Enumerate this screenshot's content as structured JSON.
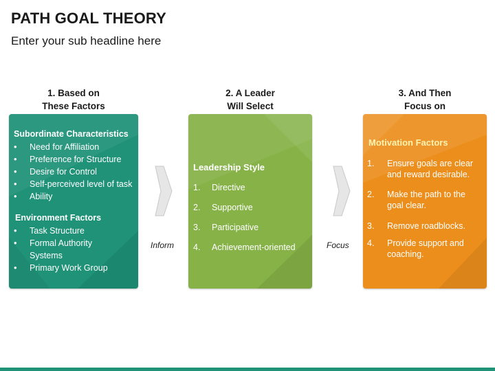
{
  "title": "PATH GOAL THEORY",
  "subtitle": "Enter your sub headline here",
  "columns": [
    {
      "heading_line1": "1. Based on",
      "heading_line2": "These Factors"
    },
    {
      "heading_line1": "2. A Leader",
      "heading_line2": "Will Select"
    },
    {
      "heading_line1": "3. And Then",
      "heading_line2": "Focus on"
    }
  ],
  "card1": {
    "section1_title": "Subordinate Characteristics",
    "section1_items": [
      "Need for Affiliation",
      "Preference for Structure",
      "Desire for Control",
      "Self-perceived level of task",
      "Ability"
    ],
    "section2_title": "Environment Factors",
    "section2_items": [
      "Task Structure",
      "Formal Authority",
      "Systems",
      "Primary Work Group"
    ]
  },
  "card2": {
    "title": "Leadership Style",
    "items": [
      {
        "num": "1.",
        "text": "Directive"
      },
      {
        "num": "2.",
        "text": "Supportive"
      },
      {
        "num": "3.",
        "text": "Participative"
      },
      {
        "num": "4.",
        "text": "Achievement-oriented"
      }
    ]
  },
  "card3": {
    "title": "Motivation Factors",
    "items": [
      {
        "num": "1.",
        "line1": "Ensure goals are clear",
        "line2": "and reward desirable."
      },
      {
        "num": "2.",
        "line1": "Make the path to the",
        "line2": "goal clear."
      },
      {
        "num": "3.",
        "line1": "Remove roadblocks.",
        "line2": ""
      },
      {
        "num": "4.",
        "line1": "Provide support and",
        "line2": "coaching."
      }
    ]
  },
  "connectors": [
    "Inform",
    "Focus"
  ],
  "colors": {
    "card1": "#1f9278",
    "card2": "#86b248",
    "card3": "#ec8e1c",
    "card3_title": "#fff3b0",
    "arrow": "#e6e6e6",
    "bottom_bar": "#1f9278"
  },
  "icons": [
    "chevron-arrow-right-icon",
    "chevron-arrow-right-icon"
  ]
}
